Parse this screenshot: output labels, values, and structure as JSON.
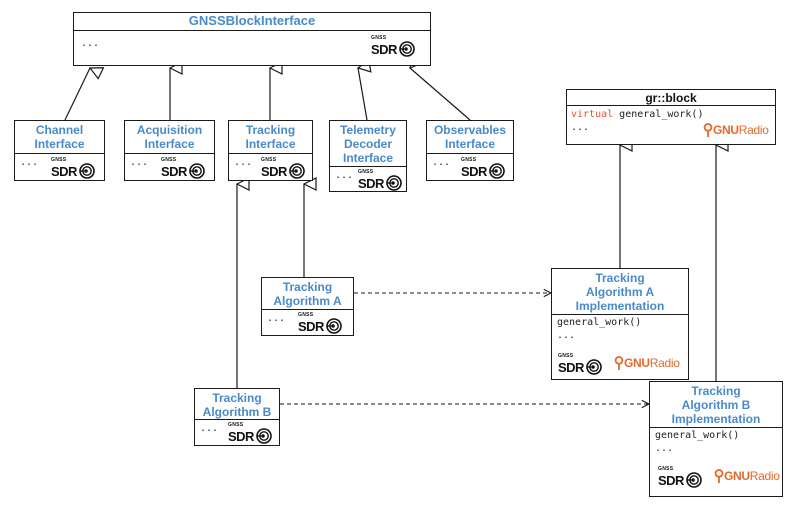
{
  "boxes": {
    "gnss_block_interface": {
      "title": "GNSSBlockInterface",
      "body": "..."
    },
    "channel": {
      "title_line1": "Channel",
      "title_line2": "Interface",
      "body": "..."
    },
    "acquisition": {
      "title_line1": "Acquisition",
      "title_line2": "Interface",
      "body": "..."
    },
    "tracking": {
      "title_line1": "Tracking",
      "title_line2": "Interface",
      "body": "..."
    },
    "telemetry": {
      "title_line1": "Telemetry",
      "title_line2": "Decoder",
      "title_line3": "Interface",
      "body": "..."
    },
    "observables": {
      "title_line1": "Observables",
      "title_line2": "Interface",
      "body": "..."
    },
    "gr_block": {
      "title": "gr::block",
      "keyword": "virtual",
      "method": " general_work()",
      "body": "..."
    },
    "tracking_alg_a": {
      "title_line1": "Tracking",
      "title_line2": "Algorithm A",
      "body": "..."
    },
    "tracking_alg_b": {
      "title_line1": "Tracking",
      "title_line2": "Algorithm B",
      "body": "..."
    },
    "impl_a": {
      "title_line1": "Tracking",
      "title_line2": "Algorithm A",
      "title_line3": "Implementation",
      "method": "general_work()",
      "body": "..."
    },
    "impl_b": {
      "title_line1": "Tracking",
      "title_line2": "Algorithm B",
      "title_line3": "Implementation",
      "method": "general_work()",
      "body": "..."
    }
  },
  "logos": {
    "gnss_label": "GNSS",
    "sdr_label": "SDR",
    "gnuradio_gnu": "GNU",
    "gnuradio_radio": "Radio"
  },
  "colors": {
    "title_blue": "#4a8ac9",
    "keyword_red": "#e0533a",
    "gnuradio_orange": "#e56a2c",
    "line": "#1a1a1a"
  }
}
